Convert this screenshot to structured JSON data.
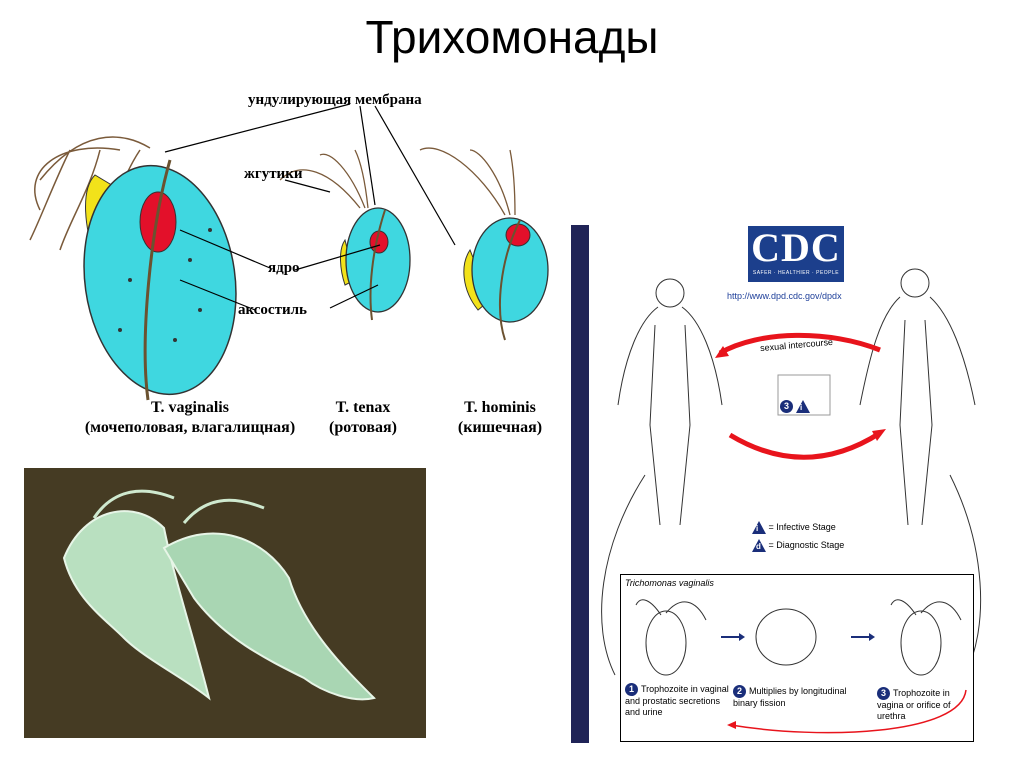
{
  "title": "Трихомонады",
  "diagram": {
    "labels": {
      "membrane": "ундулирующая мембрана",
      "flagella": "жгутики",
      "nucleus": "ядро",
      "axostyle": "аксостиль"
    },
    "species": [
      {
        "name": "T. vaginalis",
        "note": "(мочеполовая, влагалищная)"
      },
      {
        "name": "T. tenax",
        "note": "(ротовая)"
      },
      {
        "name": "T. hominis",
        "note": "(кишечная)"
      }
    ]
  },
  "cdc": {
    "logo": "CDC",
    "tagline": "SAFER · HEALTHIER · PEOPLE",
    "url": "http://www.dpd.cdc.gov/dpdx",
    "sexual": "sexual intercourse",
    "legend_infective": "= Infective Stage",
    "legend_diagnostic": "= Diagnostic Stage",
    "inset_title": "Trichomonas vaginalis",
    "step1": "Trophozoite in vaginal and prostatic secretions and urine",
    "step2": "Multiplies by longitudinal binary fission",
    "step3": "Trophozoite in vagina or orifice of urethra",
    "n1": "1",
    "n2": "2",
    "n3": "3",
    "i": "i",
    "d": "d"
  },
  "colors": {
    "cell": "#3fd7e0",
    "lobe": "#f2e21a",
    "nucleus": "#e3102a",
    "cdc_blue": "#1c3f8c",
    "arrow_red": "#e8141c"
  }
}
